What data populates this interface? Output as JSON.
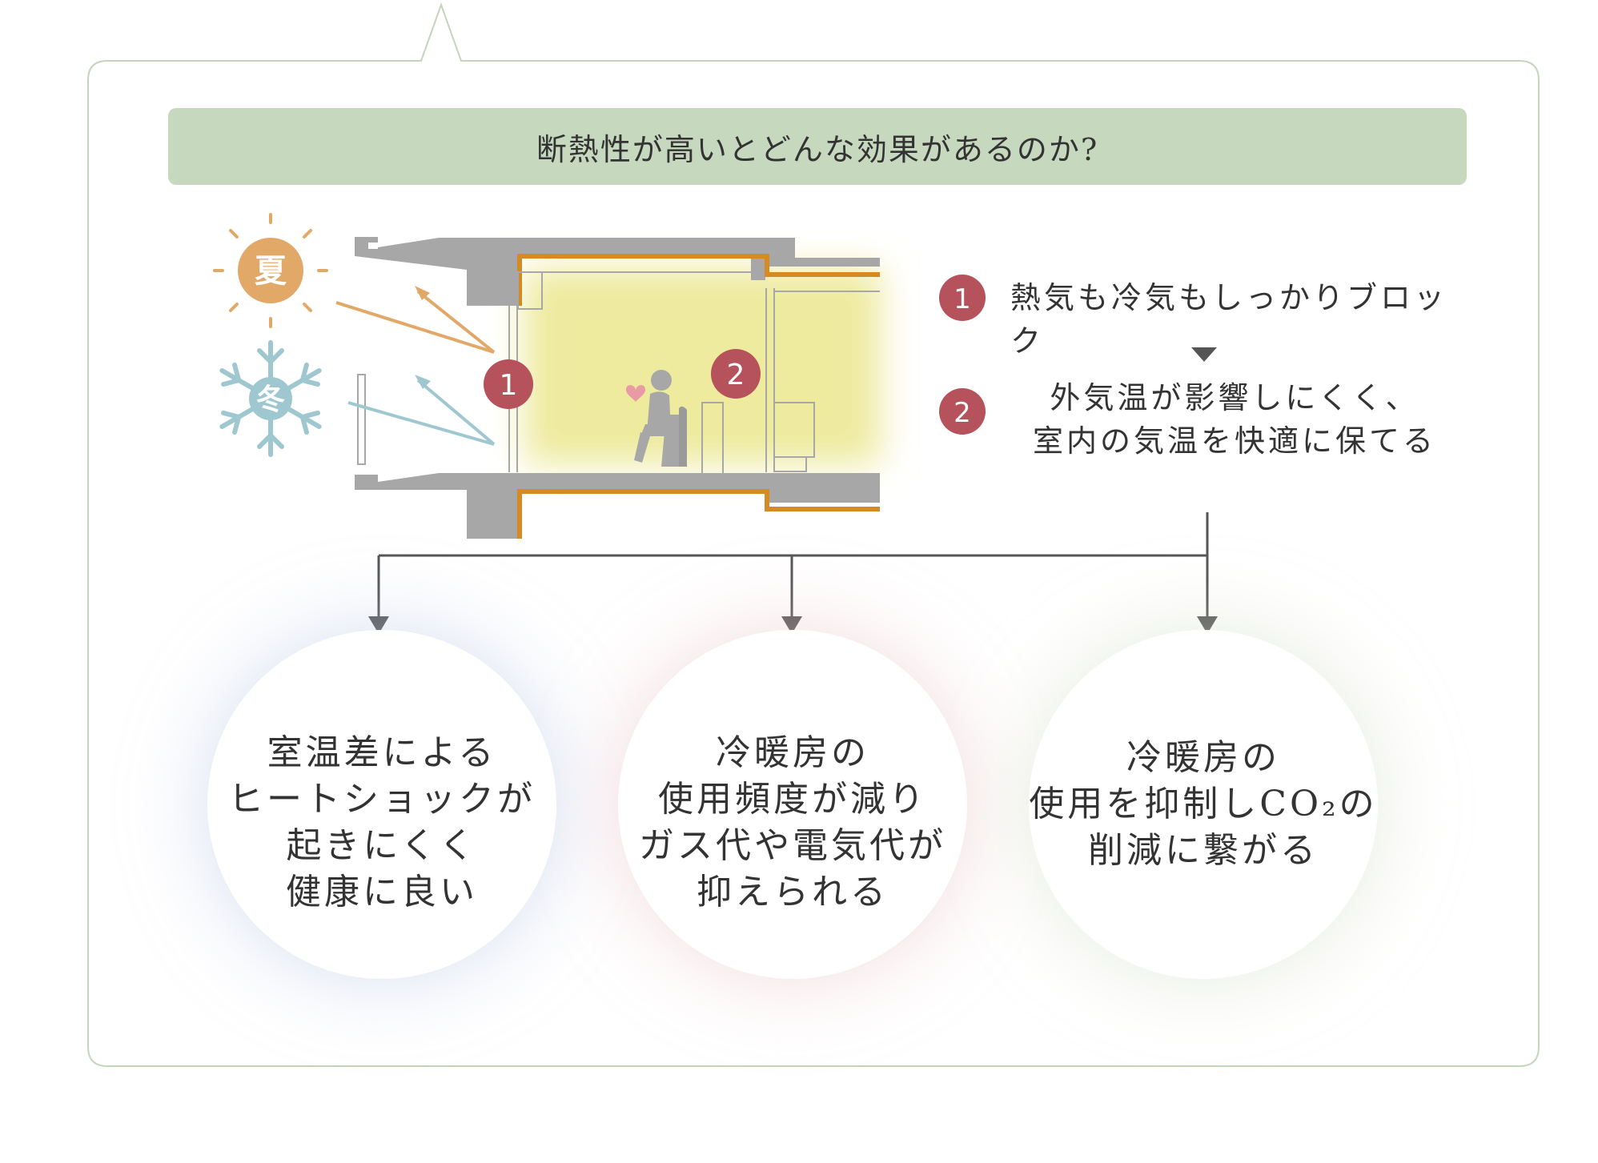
{
  "title": "断熱性が高いとどんな効果があるのか?",
  "seasons": {
    "summer": "夏",
    "winter": "冬"
  },
  "diagram": {
    "marker1": "1",
    "marker2": "2"
  },
  "steps": [
    {
      "num": "1",
      "text": "熱気も冷気もしっかりブロック"
    },
    {
      "num": "2",
      "line1": "外気温が影響しにくく、",
      "line2": "室内の気温を快適に保てる"
    }
  ],
  "effects": [
    {
      "lines": [
        "室温差による",
        "ヒートショックが",
        "起きにくく",
        "健康に良い"
      ]
    },
    {
      "lines": [
        "冷暖房の",
        "使用頻度が減り",
        "ガス代や電気代が",
        "抑えられる"
      ]
    },
    {
      "lines": [
        "冷暖房の",
        "使用を抑制しCO₂の",
        "削減に繋がる"
      ]
    }
  ],
  "colors": {
    "border": "#c3d6bc",
    "title_bg": "#c6d9be",
    "badge": "#b5525c",
    "summer": "#e2a867",
    "winter": "#9fc7d0",
    "insulation": "#d58a24",
    "wall": "#a7a7a7",
    "glow": "#eeeaa3",
    "connector": "#555555"
  },
  "icons": [
    "sun-icon",
    "snowflake-icon",
    "person-icon",
    "heart-icon",
    "triangle-down-icon"
  ]
}
